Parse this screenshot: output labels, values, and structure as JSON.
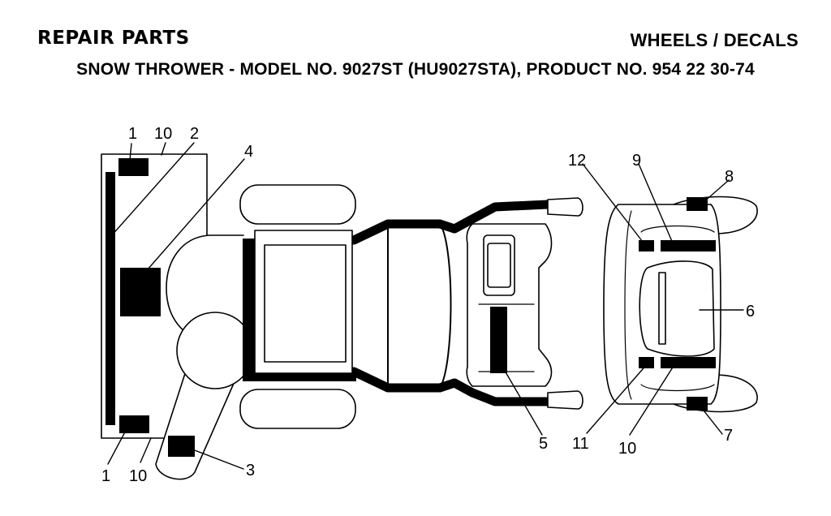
{
  "header": {
    "left_title": "REPAIR PARTS",
    "right_title": "WHEELS / DECALS",
    "subtitle": "SNOW THROWER - MODEL NO. 9027ST (HU9027STA), PRODUCT NO. 954 22 30-74"
  },
  "callouts": {
    "c1_top": "1",
    "c10_top": "10",
    "c2": "2",
    "c4": "4",
    "c1_bottom": "1",
    "c10_bottom": "10",
    "c3": "3",
    "c5": "5",
    "c12": "12",
    "c9": "9",
    "c8": "8",
    "c6": "6",
    "c7": "7",
    "c11": "11",
    "c10_right": "10"
  }
}
